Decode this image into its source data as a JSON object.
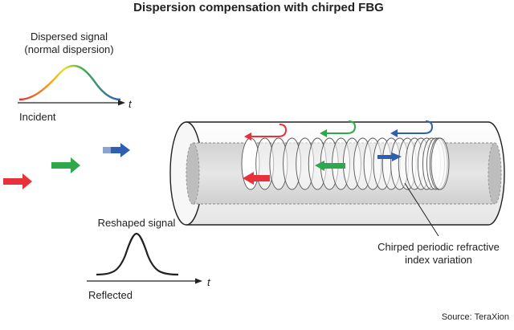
{
  "title": "Dispersion compensation with chirped FBG",
  "incident_panel": {
    "label_line1": "Dispersed signal",
    "label_line2": "(normal dispersion)",
    "axis_label": "t",
    "caption": "Incident"
  },
  "reflected_panel": {
    "label": "Reshaped signal",
    "axis_label": "t",
    "caption": "Reflected"
  },
  "grating_label_line1": "Chirped periodic refractive",
  "grating_label_line2": "index variation",
  "source": "Source: TeraXion",
  "colors": {
    "red": "#e8313a",
    "green": "#2ea84a",
    "blue": "#2f5fb0"
  }
}
